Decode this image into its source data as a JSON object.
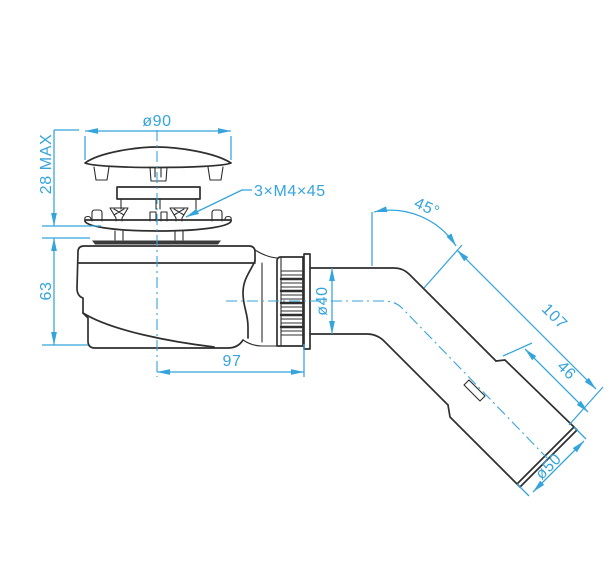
{
  "labels": {
    "cap_diameter": "ø90",
    "cap_height": "28 MAX",
    "screw_spec": "3×M4×45",
    "body_height": "63",
    "horizontal_length": "97",
    "pipe_diameter": "ø40",
    "bend_angle": "45°",
    "diagonal_length": "107",
    "coupling_length": "46",
    "coupling_diameter": "ø50"
  },
  "colors": {
    "dimension_accent": "#35A4DC",
    "linework": "#2f2f2f",
    "gasket_fill": "#3b3b3b",
    "background": "#ffffff"
  }
}
